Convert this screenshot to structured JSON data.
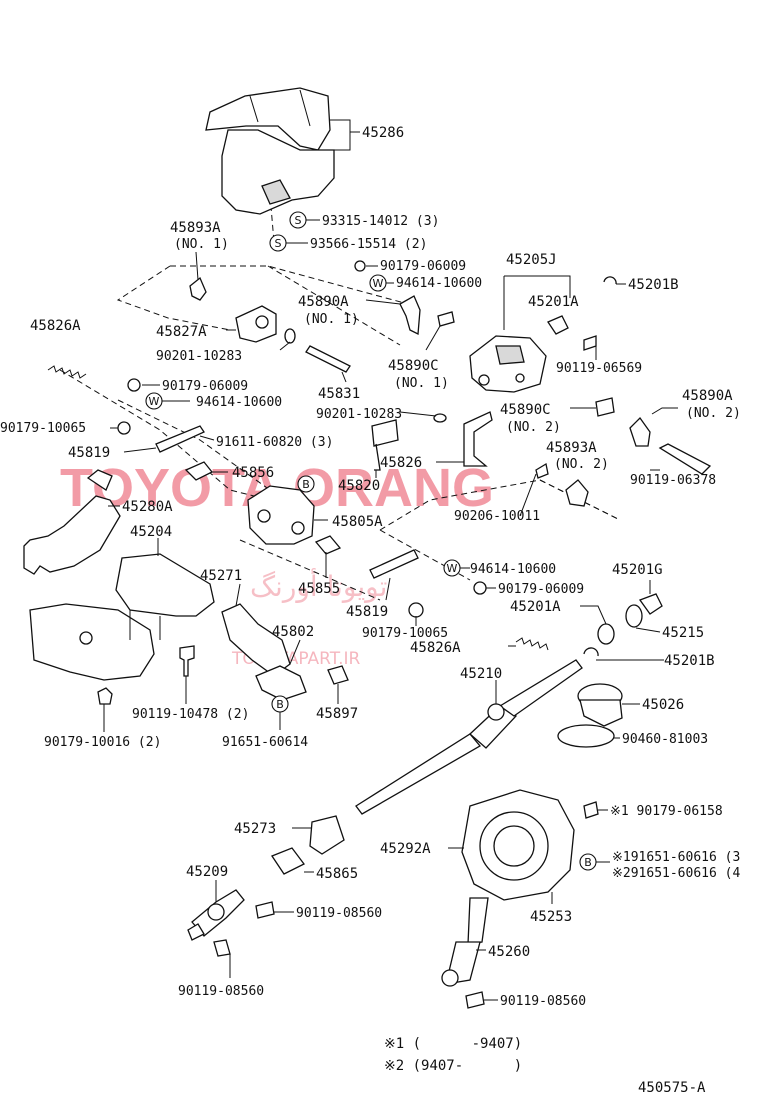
{
  "watermark": {
    "main": "TOYOTA ORANG",
    "arabic": "تويوتا أورنگ",
    "site": "TOYOTAPART.IR"
  },
  "symbols": {
    "S": "S",
    "W": "W",
    "B": "B"
  },
  "labels": {
    "p45286": "45286",
    "p93315": "93315-14012 (3)",
    "p93566": "93566-15514 (2)",
    "p45893A": "45893A",
    "no1a": "(NO. 1)",
    "p90179_06009a": "90179-06009",
    "p94614_10600a": "94614-10600",
    "p45205J": "45205J",
    "p45201B_top": "45201B",
    "p45201A_top": "45201A",
    "p45826A_top": "45826A",
    "p45827A": "45827A",
    "p45890A_1": "45890A",
    "no1b": "(NO. 1)",
    "p90201_10283a": "90201-10283",
    "p90119_06569": "90119-06569",
    "p90179_06009b": "90179-06009",
    "p45831": "45831",
    "p45890C_1": "45890C",
    "no1c": "(NO. 1)",
    "p45890A_2": "45890A",
    "no2a": "(NO. 2)",
    "p94614_10600b": "94614-10600",
    "p90179_10065a": "90179-10065",
    "p90201_10283b": "90201-10283",
    "p45890C_2": "45890C",
    "no2b": "(NO. 2)",
    "p91611": "91611-60820 (3)",
    "p45819a": "45819",
    "p45893A_2": "45893A",
    "no2c": "(NO. 2)",
    "p45826": "45826",
    "p45856": "45856",
    "p45820": "45820",
    "p90119_06378": "90119-06378",
    "p45280A": "45280A",
    "p90206": "90206-10011",
    "p45805A": "45805A",
    "p45204": "45204",
    "p94614_10600c": "94614-10600",
    "p45855": "45855",
    "p45271": "45271",
    "p90179_06009c": "90179-06009",
    "p45201G": "45201G",
    "p45819b": "45819",
    "p45201A_mid": "45201A",
    "p45215": "45215",
    "p90179_10065b": "90179-10065",
    "p45802": "45802",
    "p45826A_mid": "45826A",
    "p45201B_mid": "45201B",
    "p45210": "45210",
    "p45026": "45026",
    "p90119_10478": "90119-10478 (2)",
    "p45897": "45897",
    "p90460": "90460-81003",
    "p90179_10016": "90179-10016 (2)",
    "p91651_60614": "91651-60614",
    "p90179_06158": "※1 90179-06158",
    "p45273": "45273",
    "p45292A": "45292A",
    "p91651_1": "※191651-60616 (3",
    "p91651_2": "※291651-60616 (4",
    "p45865": "45865",
    "p45209": "45209",
    "p45253": "45253",
    "p90119_08560a": "90119-08560",
    "p45260": "45260",
    "p90119_08560b": "90119-08560",
    "p90119_08560c": "90119-08560"
  },
  "notes": {
    "n1": "※1 (      -9407)",
    "n2": "※2 (9407-      )"
  },
  "figure_id": "450575-A"
}
